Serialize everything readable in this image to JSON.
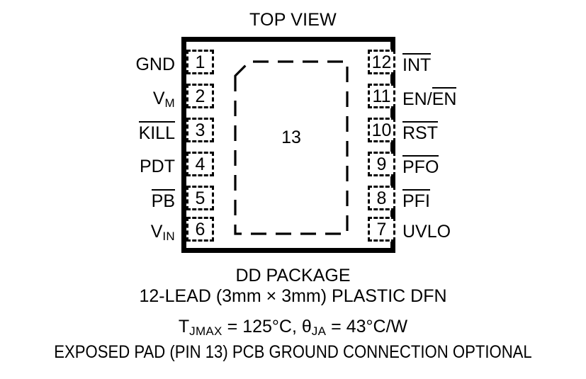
{
  "diagram": {
    "title": "TOP VIEW",
    "exposed_pad": {
      "number": "13",
      "shape": "chamfered-rectangle-dashed"
    },
    "pins": {
      "left": [
        {
          "number": "1",
          "label": "GND",
          "overline": "none",
          "subscript": ""
        },
        {
          "number": "2",
          "label": "V",
          "overline": "none",
          "subscript": "M"
        },
        {
          "number": "3",
          "label": "KILL",
          "overline": "full",
          "subscript": ""
        },
        {
          "number": "4",
          "label": "PDT",
          "overline": "none",
          "subscript": ""
        },
        {
          "number": "5",
          "label": "PB",
          "overline": "full",
          "subscript": ""
        },
        {
          "number": "6",
          "label": "V",
          "overline": "none",
          "subscript": "IN"
        }
      ],
      "right": [
        {
          "number": "12",
          "label": "INT",
          "overline": "full",
          "subscript": ""
        },
        {
          "number": "11",
          "label": "EN/EN",
          "overline": "partial",
          "subscript": ""
        },
        {
          "number": "10",
          "label": "RST",
          "overline": "full",
          "subscript": ""
        },
        {
          "number": "9",
          "label": "PFO",
          "overline": "full",
          "subscript": ""
        },
        {
          "number": "8",
          "label": "PFI",
          "overline": "full",
          "subscript": ""
        },
        {
          "number": "7",
          "label": "UVLO",
          "overline": "none",
          "subscript": ""
        }
      ]
    }
  },
  "caption": {
    "package": "DD PACKAGE",
    "lead_count": "12-LEAD (3mm × 3mm) PLASTIC DFN",
    "thermal_prefix": "T",
    "thermal_sub1": "JMAX",
    "thermal_mid": " = 125°C, ",
    "thermal_theta": "θ",
    "thermal_sub2": "JA",
    "thermal_suffix": " = 43°C/W",
    "thermal_full": "TJMAX = 125°C, θJA = 43°C/W",
    "pad_note": "EXPOSED PAD (PIN 13) PCB GROUND CONNECTION OPTIONAL"
  },
  "colors": {
    "ink": "#000000",
    "background": "#ffffff"
  }
}
